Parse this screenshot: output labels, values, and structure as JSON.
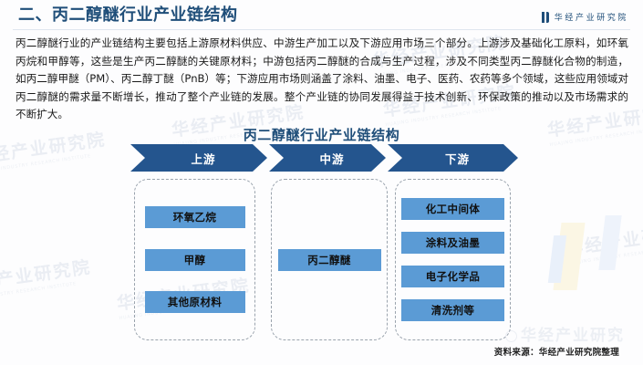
{
  "header": {
    "title": "二、丙二醇醚行业产业链结构",
    "brand_name": "华经产业研究院",
    "brand_icon": "book-mark-icon",
    "title_color": "#1f4e79"
  },
  "body": {
    "paragraph": "丙二醇醚行业的产业链结构主要包括上游原材料供应、中游生产加工以及下游应用市场三个部分。上游涉及基础化工原料，如环氧丙烷和甲醇等，这些是生产丙二醇醚的关键原材料；中游包括丙二醇醚的合成与生产过程，涉及不同类型丙二醇醚化合物的制造，如丙二醇甲醚（PM）、丙二醇丁醚（PnB）等；下游应用市场则涵盖了涂料、油墨、电子、医药、农药等多个领域，这些应用领域对丙二醇醚的需求量不断增长，推动了整个产业链的发展。整个产业链的协同发展得益于技术创新、环保政策的推动以及市场需求的不断扩大。"
  },
  "figure": {
    "title": "丙二醇醚行业产业链结构",
    "accent_dark": "#24558E",
    "accent_light": "#5B9BD5",
    "stages": [
      {
        "label": "上游",
        "nodes": [
          "环氧乙烷",
          "甲醇",
          "其他原材料"
        ]
      },
      {
        "label": "中游",
        "nodes": [
          "丙二醇醚"
        ]
      },
      {
        "label": "下游",
        "nodes": [
          "化工中间体",
          "涂料及油墨",
          "电子化学品",
          "清洗剂等"
        ]
      }
    ]
  },
  "footer": {
    "source": "资料来源：华经产业研究院整理",
    "watermark": "华经产业研究"
  },
  "watermark": {
    "text": "华经产业研究院",
    "subtext": "HUAJING INDUSTRY RESEARCH INSTITUTE"
  }
}
